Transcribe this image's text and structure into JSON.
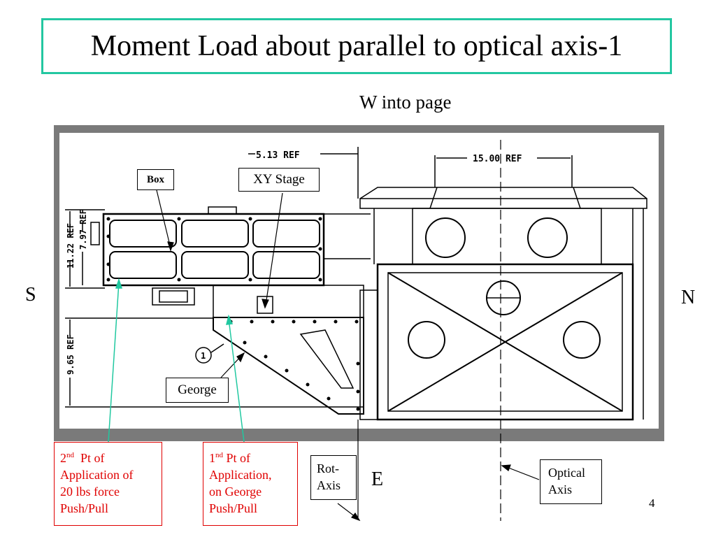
{
  "title": "Moment Load about parallel to optical axis-1",
  "subtitle": "W into page",
  "sides": {
    "left": "S",
    "right": "N",
    "bottom": "E"
  },
  "drawing": {
    "dims": {
      "top_left": "5.13 REF",
      "top_right": "15.00 REF",
      "vert_outer": "11.22 REF",
      "vert_inner": "7.97 REF",
      "vert_lower": "9.65 REF"
    },
    "balloon": "1"
  },
  "callouts": {
    "box": "Box",
    "xy_stage": "XY Stage",
    "george": "George",
    "rot_axis": [
      "Rot-",
      "Axis"
    ],
    "optical_axis": [
      "Optical",
      "Axis"
    ]
  },
  "points": {
    "second": {
      "num": "2",
      "sup": "nd",
      "lines": [
        "Pt of",
        "Application of",
        "20 lbs force",
        "Push/Pull"
      ]
    },
    "first": {
      "num": "1",
      "sup": "nd",
      "lines": [
        "Pt of",
        "Application,",
        "on George",
        "Push/Pull"
      ]
    }
  },
  "page_number": "4",
  "colors": {
    "title_border": "#23c7a1",
    "callout_red": "#e00000",
    "pointer_green": "#20c8a0",
    "frame_gray": "#7a7a7a"
  }
}
